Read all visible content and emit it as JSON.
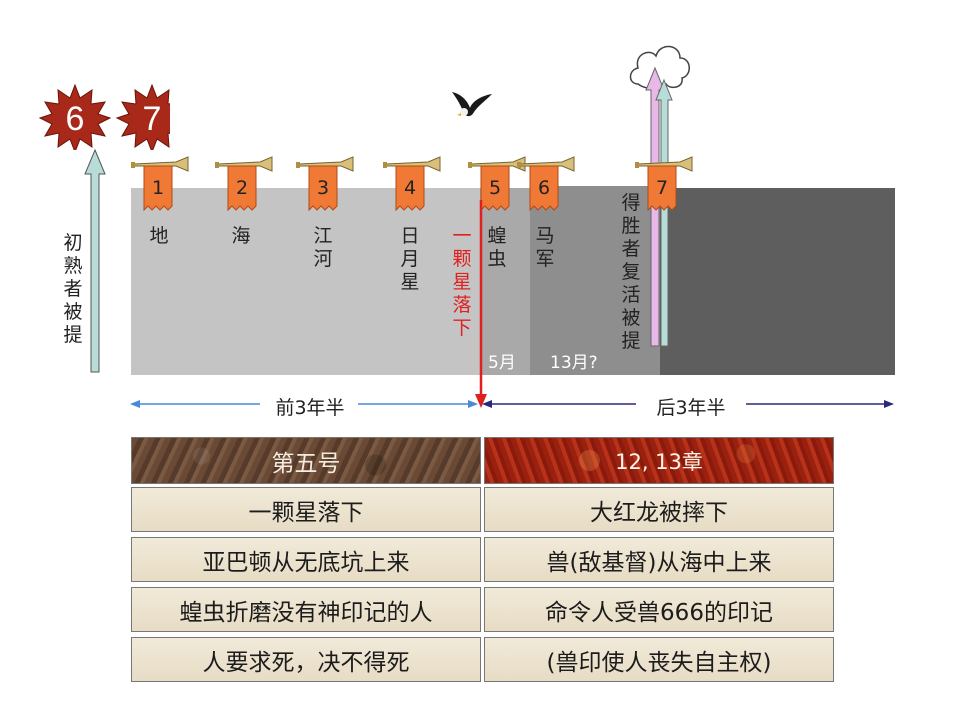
{
  "seals": [
    "6",
    "7"
  ],
  "trumpets": [
    "1",
    "2",
    "3",
    "4",
    "5",
    "6",
    "7"
  ],
  "left_label": "初熟者被提",
  "events": {
    "t1": "地",
    "t2": "海",
    "t3": "江河",
    "t4": "日月星",
    "star": "一颗星落下",
    "t5": "蝗虫",
    "t6": "马军",
    "t7": "得胜者复活被提"
  },
  "durations": {
    "five": "5月",
    "thirteen": "13月?"
  },
  "periods": {
    "first": "前3年半",
    "second": "后3年半"
  },
  "table": {
    "left_header": "第五号",
    "right_header": "12, 13章",
    "left_rows": [
      "一颗星落下",
      "亚巴顿从无底坑上来",
      "蝗虫折磨没有神印记的人",
      "人要求死，决不得死"
    ],
    "right_rows": [
      "大红龙被摔下",
      "兽(敌基督)从海中上来",
      "命令人受兽666的印记",
      "(兽印使人丧失自主权)"
    ]
  },
  "colors": {
    "band_light": "#c4c4c4",
    "band_mid": "#8e8e8e",
    "band_dark": "#5e5e5e",
    "star_red": "#e02020",
    "seal_red": "#a8281a",
    "flag_orange": "#f07a35",
    "arrow_blue": "#4a8ad8",
    "arrow_navy": "#2a2a7a",
    "rapture_arrow": "#b8dcd8",
    "overcomer_arrow": "#e7b8e8"
  }
}
